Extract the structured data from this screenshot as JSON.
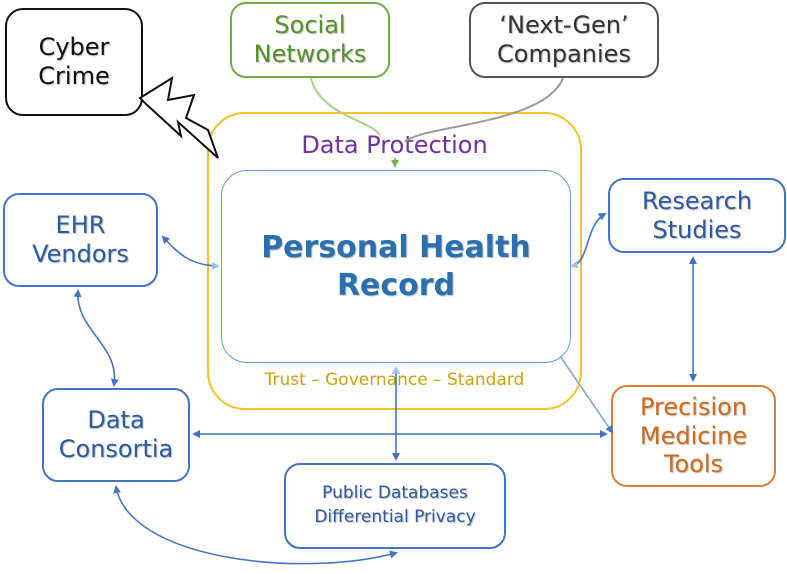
{
  "nodes": {
    "cyber_crime": {
      "line1": "Cyber",
      "line2": "Crime"
    },
    "social_networks": {
      "line1": "Social",
      "line2": "Networks"
    },
    "next_gen": {
      "line1": "‘Next-Gen’",
      "line2": "Companies"
    },
    "data_protection": {
      "label": "Data Protection"
    },
    "personal_health_record": {
      "line1": "Personal Health",
      "line2": "Record"
    },
    "trust": {
      "label": "Trust – Governance – Standard"
    },
    "ehr_vendors": {
      "line1": "EHR",
      "line2": "Vendors"
    },
    "research_studies": {
      "line1": "Research",
      "line2": "Studies"
    },
    "data_consortia": {
      "line1": "Data",
      "line2": "Consortia"
    },
    "precision_medicine": {
      "line1": "Precision",
      "line2": "Medicine",
      "line3": "Tools"
    },
    "public_databases": {
      "line1": "Public Databases",
      "line2": "Differential Privacy"
    }
  },
  "colors": {
    "blue": "#4472c4",
    "green": "#70ad47",
    "gray": "#555555",
    "orange": "#e07c2e",
    "gold": "#f2c12e",
    "purple": "#7030a0",
    "light_blue": "#5b9bd5"
  }
}
